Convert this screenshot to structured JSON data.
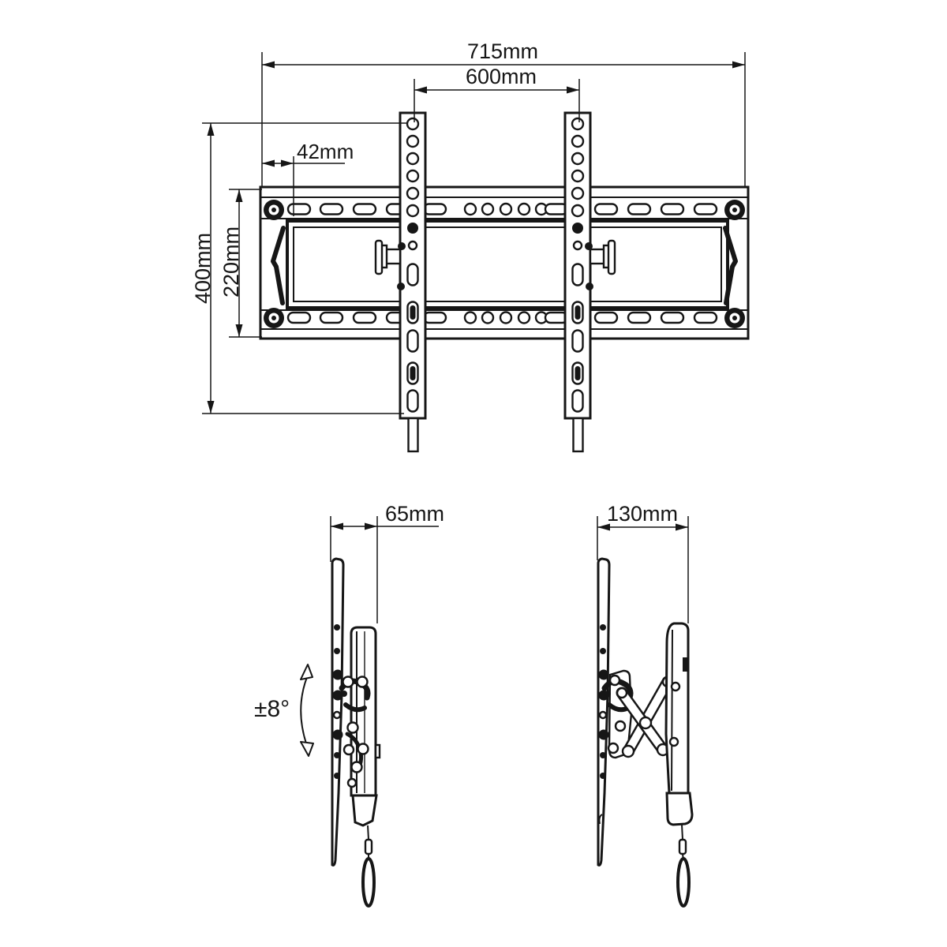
{
  "front_view": {
    "dims": {
      "overall_width": "715mm",
      "rail_spacing": "600mm",
      "edge_offset": "42mm",
      "overall_height": "400mm",
      "plate_height": "220mm"
    }
  },
  "side_view_flat": {
    "dims": {
      "depth": "65mm",
      "tilt_range": "±8°"
    }
  },
  "side_view_tilted": {
    "dims": {
      "depth": "130mm"
    }
  },
  "colors": {
    "line": "#161616",
    "background": "#ffffff"
  }
}
